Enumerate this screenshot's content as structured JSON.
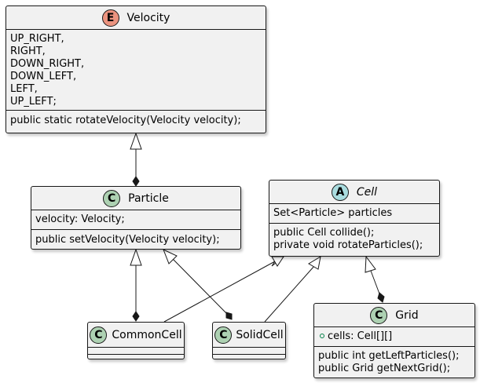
{
  "classes": {
    "velocity": {
      "stereotype_icon": "E",
      "name": "Velocity",
      "values": [
        "UP_RIGHT,",
        "RIGHT,",
        "DOWN_RIGHT,",
        "DOWN_LEFT,",
        "LEFT,",
        "UP_LEFT;"
      ],
      "methods": [
        "public static rotateVelocity(Velocity velocity);"
      ]
    },
    "particle": {
      "stereotype_icon": "C",
      "name": "Particle",
      "fields": [
        "velocity: Velocity;"
      ],
      "methods": [
        "public setVelocity(Velocity velocity);"
      ]
    },
    "cell": {
      "stereotype_icon": "A",
      "name": "Cell",
      "fields": [
        "Set<Particle> particles"
      ],
      "methods": [
        "public Cell collide();",
        "private void rotateParticles();"
      ]
    },
    "common_cell": {
      "stereotype_icon": "C",
      "name": "CommonCell"
    },
    "solid_cell": {
      "stereotype_icon": "C",
      "name": "SolidCell"
    },
    "grid": {
      "stereotype_icon": "C",
      "name": "Grid",
      "fields": [
        "cells: Cell[][]"
      ],
      "methods": [
        "public int getLeftParticles();",
        "public Grid getNextGrid();"
      ]
    }
  },
  "colors": {
    "box_fill": "#f1f1f1",
    "border": "#181818",
    "class_badge": "#add1b2",
    "enum_badge": "#eb937f",
    "abstract_badge": "#a9dcdf",
    "public_marker": "#038048"
  }
}
